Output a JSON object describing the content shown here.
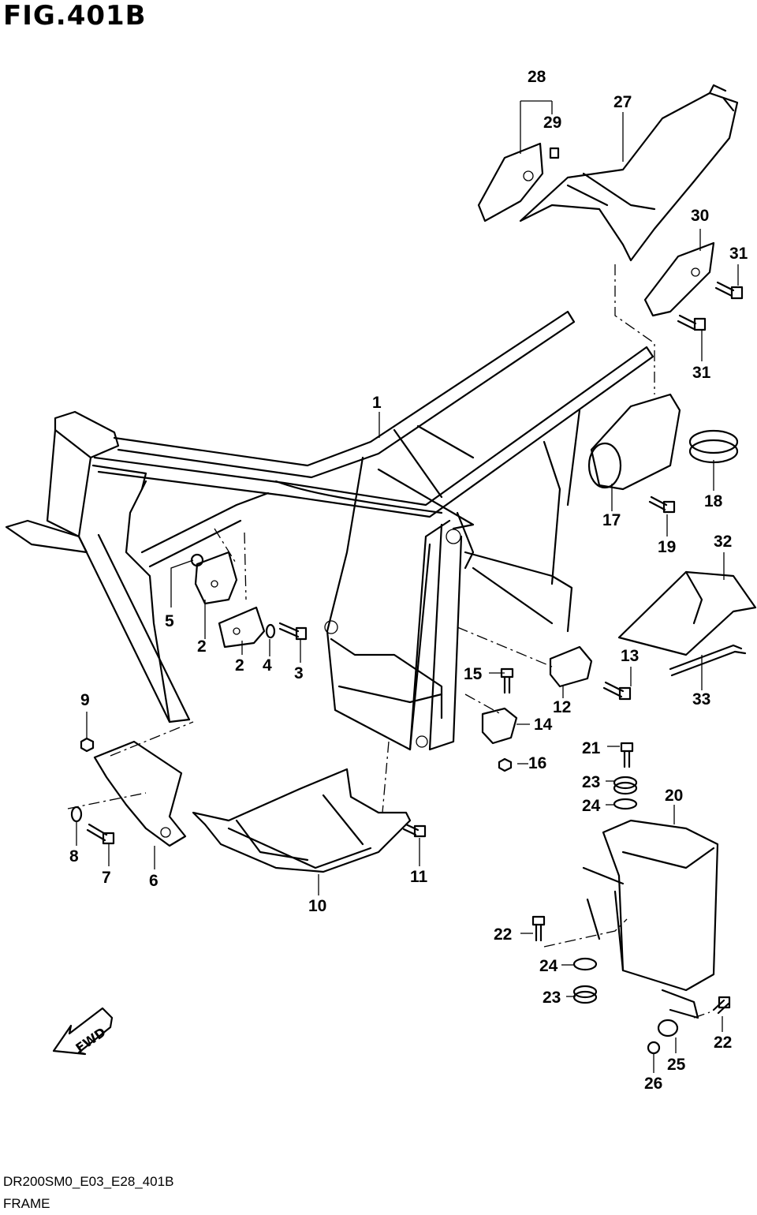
{
  "header": {
    "figure_title": "FIG.401B"
  },
  "footer": {
    "drawing_code": "DR200SM0_E03_E28_401B",
    "section_name": "FRAME"
  },
  "fwd_arrow": {
    "label": "FWD",
    "icon": "fwd-arrow-icon"
  },
  "callouts": [
    {
      "id": "c1",
      "text": "1"
    },
    {
      "id": "c2a",
      "text": "2"
    },
    {
      "id": "c2b",
      "text": "2"
    },
    {
      "id": "c3",
      "text": "3"
    },
    {
      "id": "c4",
      "text": "4"
    },
    {
      "id": "c5",
      "text": "5"
    },
    {
      "id": "c6",
      "text": "6"
    },
    {
      "id": "c7",
      "text": "7"
    },
    {
      "id": "c8",
      "text": "8"
    },
    {
      "id": "c9",
      "text": "9"
    },
    {
      "id": "c10",
      "text": "10"
    },
    {
      "id": "c11",
      "text": "11"
    },
    {
      "id": "c12",
      "text": "12"
    },
    {
      "id": "c13",
      "text": "13"
    },
    {
      "id": "c14",
      "text": "14"
    },
    {
      "id": "c15",
      "text": "15"
    },
    {
      "id": "c16",
      "text": "16"
    },
    {
      "id": "c17",
      "text": "17"
    },
    {
      "id": "c18",
      "text": "18"
    },
    {
      "id": "c19",
      "text": "19"
    },
    {
      "id": "c20",
      "text": "20"
    },
    {
      "id": "c21",
      "text": "21"
    },
    {
      "id": "c22a",
      "text": "22"
    },
    {
      "id": "c22b",
      "text": "22"
    },
    {
      "id": "c23a",
      "text": "23"
    },
    {
      "id": "c23b",
      "text": "23"
    },
    {
      "id": "c24a",
      "text": "24"
    },
    {
      "id": "c24b",
      "text": "24"
    },
    {
      "id": "c25",
      "text": "25"
    },
    {
      "id": "c26",
      "text": "26"
    },
    {
      "id": "c27",
      "text": "27"
    },
    {
      "id": "c28",
      "text": "28"
    },
    {
      "id": "c29",
      "text": "29"
    },
    {
      "id": "c30",
      "text": "30"
    },
    {
      "id": "c31a",
      "text": "31"
    },
    {
      "id": "c31b",
      "text": "31"
    },
    {
      "id": "c32",
      "text": "32"
    },
    {
      "id": "c33",
      "text": "33"
    }
  ]
}
